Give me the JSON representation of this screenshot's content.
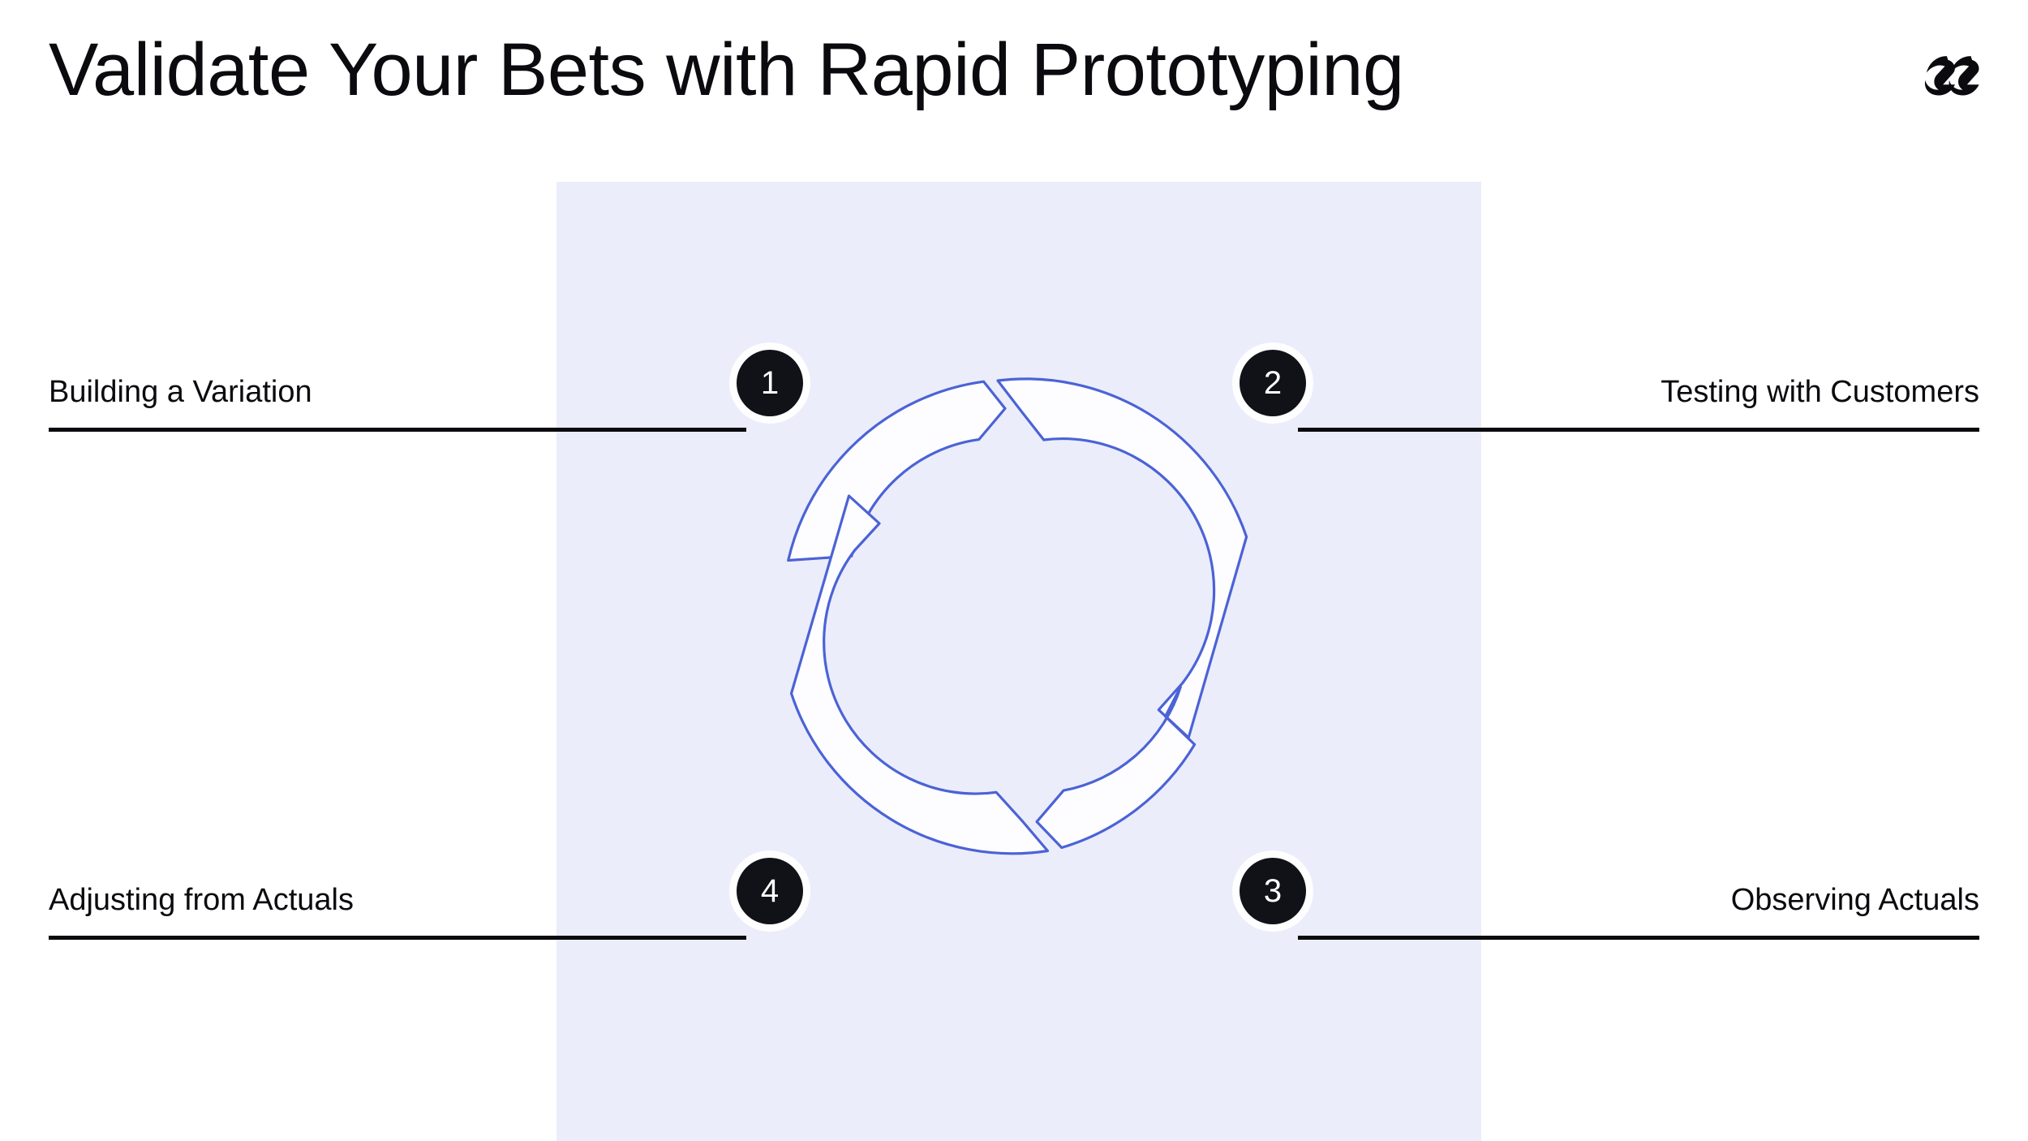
{
  "header": {
    "title": "Validate Your Bets with Rapid Prototyping",
    "logo_icon": "double-swoosh-logo-icon"
  },
  "colors": {
    "background": "#ffffff",
    "panel": "#ecedfb",
    "ring_stroke": "#4b63d6",
    "ring_fill": "#fdfdff",
    "badge_bg": "#111118",
    "badge_text": "#ffffff",
    "text": "#0b0b0f",
    "rule": "#0b0b0f"
  },
  "chart_data": {
    "type": "cycle-diagram",
    "title": "Validate Your Bets with Rapid Prototyping",
    "shape": "four-segment arrow ring, clockwise flow",
    "segment_count": 4,
    "steps": [
      {
        "number": "1",
        "label": "Building a Variation",
        "position": "upper-left",
        "badge_angle_deg": 225
      },
      {
        "number": "2",
        "label": "Testing with Customers",
        "position": "upper-right",
        "badge_angle_deg": 315
      },
      {
        "number": "3",
        "label": "Observing Actuals",
        "position": "lower-right",
        "badge_angle_deg": 45
      },
      {
        "number": "4",
        "label": "Adjusting from Actuals",
        "position": "lower-left",
        "badge_angle_deg": 135
      }
    ]
  },
  "diagram": {
    "rows": [
      {
        "left": {
          "number": "1",
          "label": "Building a Variation"
        },
        "right": {
          "number": "2",
          "label": "Testing with Customers"
        }
      },
      {
        "left": {
          "number": "4",
          "label": "Adjusting from Actuals"
        },
        "right": {
          "number": "3",
          "label": "Observing Actuals"
        }
      }
    ]
  }
}
